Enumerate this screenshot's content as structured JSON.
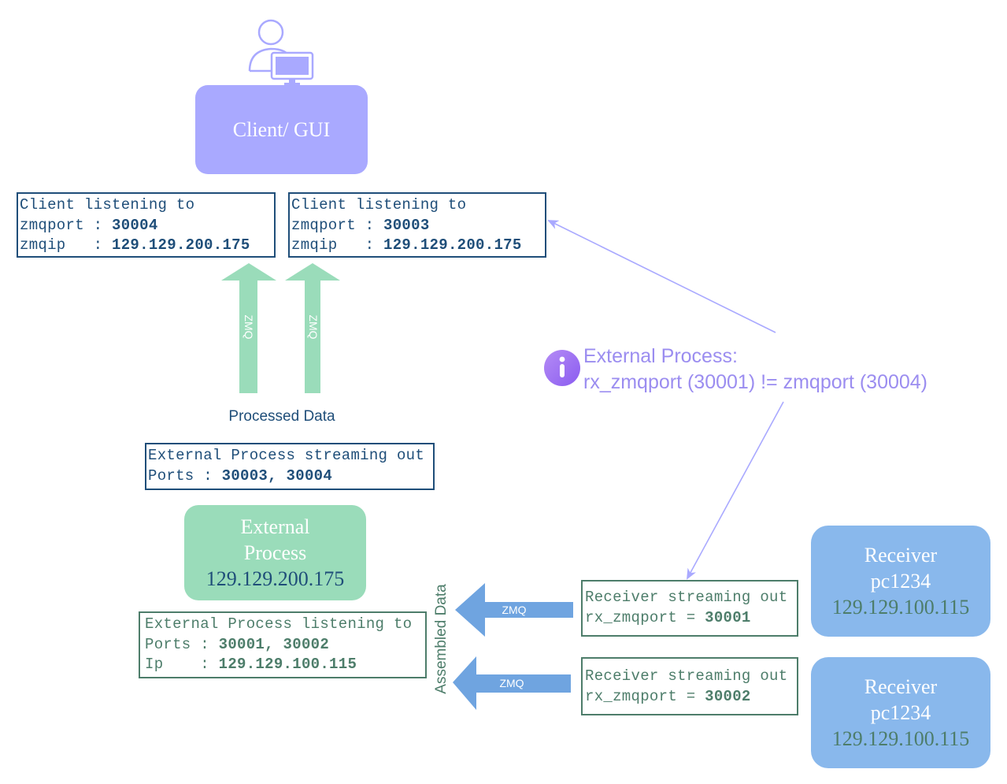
{
  "client": {
    "label": "Client/ GUI"
  },
  "client_box_1": {
    "line1": "Client listening to",
    "port_key": "zmqport : ",
    "port_val": "30004",
    "ip_key": "zmqip   : ",
    "ip_val": "129.129.200.175"
  },
  "client_box_2": {
    "line1": "Client listening to",
    "port_key": "zmqport : ",
    "port_val": "30003",
    "ip_key": "zmqip   : ",
    "ip_val": "129.129.200.175"
  },
  "zmq_up_1": "ZMQ",
  "zmq_up_2": "ZMQ",
  "processed_data": "Processed Data",
  "ext_stream_box": {
    "line1": "External Process streaming out",
    "ports_key": "Ports : ",
    "ports_val": "30003, 30004"
  },
  "ext_process": {
    "line1": "External",
    "line2": "Process",
    "ip": "129.129.200.175"
  },
  "ext_listen_box": {
    "line1": "External Process listening to",
    "ports_key": "Ports : ",
    "ports_val": "30001, 30002",
    "ip_key": "Ip    : ",
    "ip_val": "129.129.100.115"
  },
  "assembled_data": "Assembled Data",
  "zmq_left_1": "ZMQ",
  "zmq_left_2": "ZMQ",
  "recv_stream_1": {
    "line1": "Receiver streaming out",
    "port_key": "rx_zmqport = ",
    "port_val": "30001"
  },
  "recv_stream_2": {
    "line1": "Receiver streaming out",
    "port_key": "rx_zmqport = ",
    "port_val": "30002"
  },
  "receiver_1": {
    "line1": "Receiver",
    "line2": "pc1234",
    "ip": "129.129.100.115"
  },
  "receiver_2": {
    "line1": "Receiver",
    "line2": "pc1234",
    "ip": "129.129.100.115"
  },
  "note": {
    "line1": "External Process:",
    "line2": "rx_zmqport (30001) != zmqport (30004)"
  },
  "colors": {
    "client": "#a9a9ff",
    "external": "#9adcba",
    "receiver": "#89b8ec",
    "note": "#9b8df0",
    "dark_blue": "#1f4e79",
    "dark_green": "#4d7d6a"
  }
}
